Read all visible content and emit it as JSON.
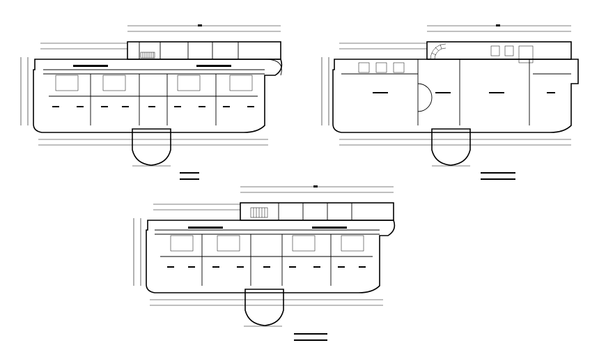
{
  "drawing": {
    "plans": [
      {
        "id": "plan-ground-floor",
        "title_bar": "",
        "scale_bar": ""
      },
      {
        "id": "plan-first-floor",
        "title_bar": "",
        "scale_bar": ""
      },
      {
        "id": "plan-typical-floor",
        "title_bar": "",
        "scale_bar": ""
      }
    ]
  },
  "colors": {
    "ink": "#000000",
    "paper": "#ffffff"
  }
}
